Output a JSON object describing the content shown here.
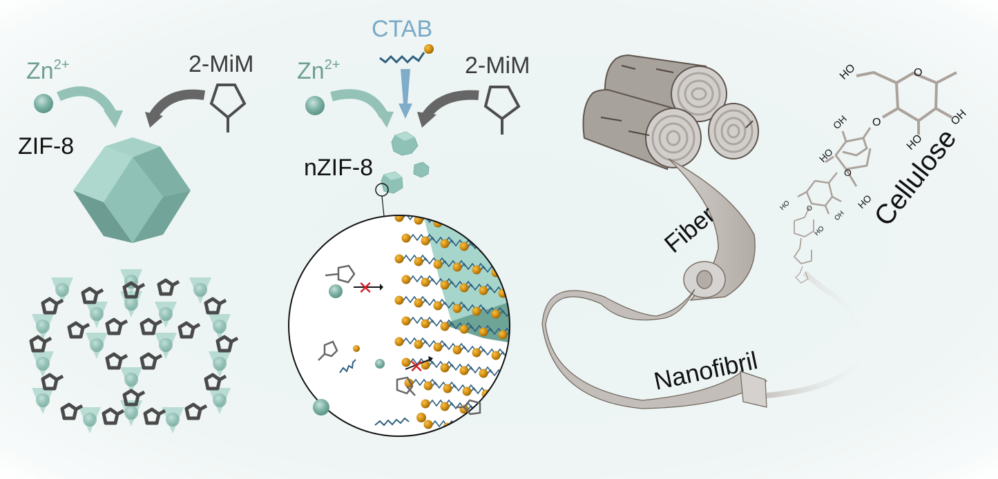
{
  "panel_left": {
    "zn_label": "Zn",
    "zn_charge": "2+",
    "ligand_label": "2-MiM",
    "product_label": "ZIF-8"
  },
  "panel_middle": {
    "surfactant_label": "CTAB",
    "zn_label": "Zn",
    "zn_charge": "2+",
    "ligand_label": "2-MiM",
    "product_label": "nZIF-8",
    "blocked_marker": "✕"
  },
  "panel_right": {
    "fiber_label": "Fiber",
    "nanofibril_label": "Nanofibril",
    "cellulose_label": "Cellulose",
    "chem_labels": [
      "HO",
      "OH",
      "HO",
      "HO",
      "OH",
      "HO",
      "HO",
      "OH",
      "HO",
      "O",
      "O",
      "O",
      "O"
    ]
  },
  "colors": {
    "zif_teal": "#8fc1b6",
    "zn_sphere": "#6ea99c",
    "ligand_gray": "#4d4d4d",
    "ctab_blue": "#78a9c6",
    "ctab_head": "#d0900f",
    "wood_gray": "#bdb8b3",
    "block_red": "#d2232a"
  }
}
